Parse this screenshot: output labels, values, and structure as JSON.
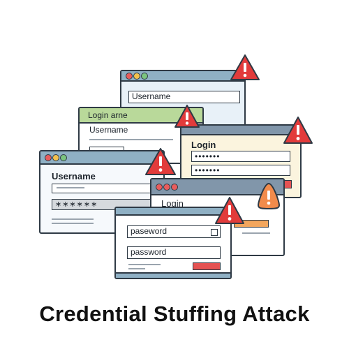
{
  "title": "Credential Stuffing Attack",
  "colors": {
    "titlebar_blue": "#8fb0c4",
    "titlebar_green": "#b9d99a",
    "titlebar_navy": "#8196aa",
    "window_blue": "#e8f1f8",
    "window_cream": "#fbf4de",
    "warning_red": "#e23b3b",
    "warning_orange": "#f28b4b",
    "accent_bar": "#e55353",
    "accent_orange": "#f3a65d"
  },
  "windows": {
    "top": {
      "field_label": "Username"
    },
    "green": {
      "header": "Login arne",
      "label": "Username"
    },
    "cream": {
      "heading": "Login",
      "mask1": "•••••••",
      "mask2": "•••••••"
    },
    "left": {
      "heading": "Username",
      "mask": "∗∗∗∗∗∗"
    },
    "mid": {
      "heading": "Login"
    },
    "front": {
      "field1": "paseword",
      "field2": "password"
    }
  },
  "icons": {
    "window_dots": "traffic-light-dots",
    "warning": "warning-triangle-icon",
    "checkbox": "checkbox-icon"
  }
}
